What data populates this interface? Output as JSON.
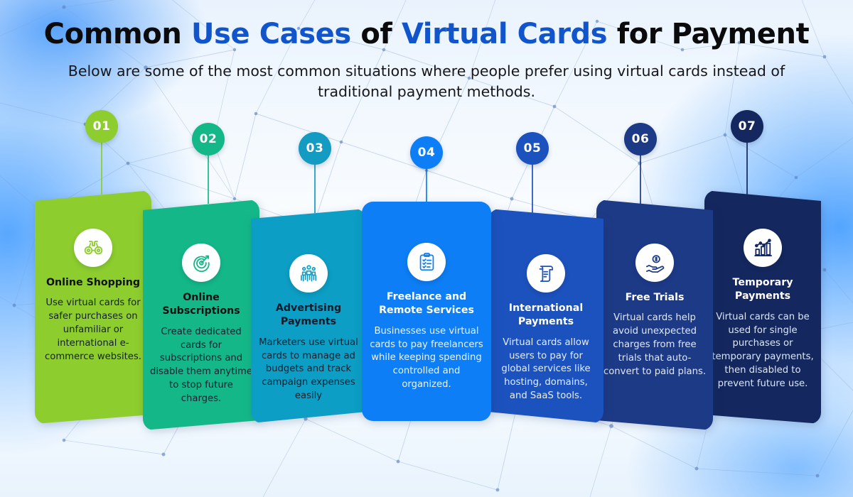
{
  "header": {
    "title_parts": [
      {
        "text": "Common ",
        "accent": false
      },
      {
        "text": "Use Cases",
        "accent": true
      },
      {
        "text": " of ",
        "accent": false
      },
      {
        "text": "Virtual Cards",
        "accent": true
      },
      {
        "text": " for Payment",
        "accent": false
      }
    ],
    "title_plain": "Common Use Cases of Virtual Cards for Payment",
    "subtitle": "Below are some of the most common situations where people prefer using virtual cards instead of traditional payment methods.",
    "accent_color": "#1155cc",
    "text_color": "#0b0b0b"
  },
  "background": {
    "style": "light blue gradient with low-poly network constellation pattern",
    "base_color": "#f5faff",
    "glow_color": "#4aa0ff"
  },
  "cards": [
    {
      "number": "01",
      "title": "Online Shopping",
      "body": "Use virtual cards for safer purchases on unfamiliar or international e-commerce websites.",
      "icon": "binoculars-icon",
      "color": "#8dce2e",
      "badge_color": "#8dce2e",
      "icon_color": "#8dce2e",
      "title_color": "#111111",
      "body_color": "#15202b"
    },
    {
      "number": "02",
      "title": "Online Subscriptions",
      "body": "Create dedicated cards for subscriptions and disable them anytime to stop future charges.",
      "icon": "target-arrow-icon",
      "color": "#14b888",
      "badge_color": "#14b888",
      "icon_color": "#14b888",
      "title_color": "#111111",
      "body_color": "#0f2030"
    },
    {
      "number": "03",
      "title": "Advertising Payments",
      "body": "Marketers use virtual cards to manage ad budgets and track campaign expenses easily",
      "icon": "audience-group-icon",
      "color": "#0c9ec4",
      "badge_color": "#139bc2",
      "icon_color": "#0c9ec4",
      "title_color": "#0d1b2a",
      "body_color": "#10202f"
    },
    {
      "number": "04",
      "title": "Freelance and Remote Services",
      "body": "Businesses use virtual cards to pay freelancers while keeping spending controlled and organized.",
      "icon": "clipboard-checklist-icon",
      "color": "#0d7ef5",
      "badge_color": "#0d7ef5",
      "icon_color": "#0d7ef5",
      "title_color": "#ffffff",
      "body_color": "#eaf3ff"
    },
    {
      "number": "05",
      "title": "International Payments",
      "body": "Virtual cards allow users to pay for global services like hosting, domains, and SaaS tools.",
      "icon": "document-scroll-icon",
      "color": "#1c52bd",
      "badge_color": "#1c52bd",
      "icon_color": "#1c52bd",
      "title_color": "#ffffff",
      "body_color": "#e4eeff"
    },
    {
      "number": "06",
      "title": "Free Trials",
      "body": "Virtual cards help avoid unexpected charges from free trials that auto-convert to paid plans.",
      "icon": "hand-holding-coin-icon",
      "color": "#1d3a87",
      "badge_color": "#1d3a87",
      "icon_color": "#1d3a87",
      "title_color": "#ffffff",
      "body_color": "#dfe8fa"
    },
    {
      "number": "07",
      "title": "Temporary Payments",
      "body": "Virtual cards can be used for single purchases or temporary payments, then disabled to prevent future use.",
      "icon": "bar-chart-trend-icon",
      "color": "#14275e",
      "badge_color": "#14275e",
      "icon_color": "#14275e",
      "title_color": "#ffffff",
      "body_color": "#dce6f8"
    }
  ]
}
